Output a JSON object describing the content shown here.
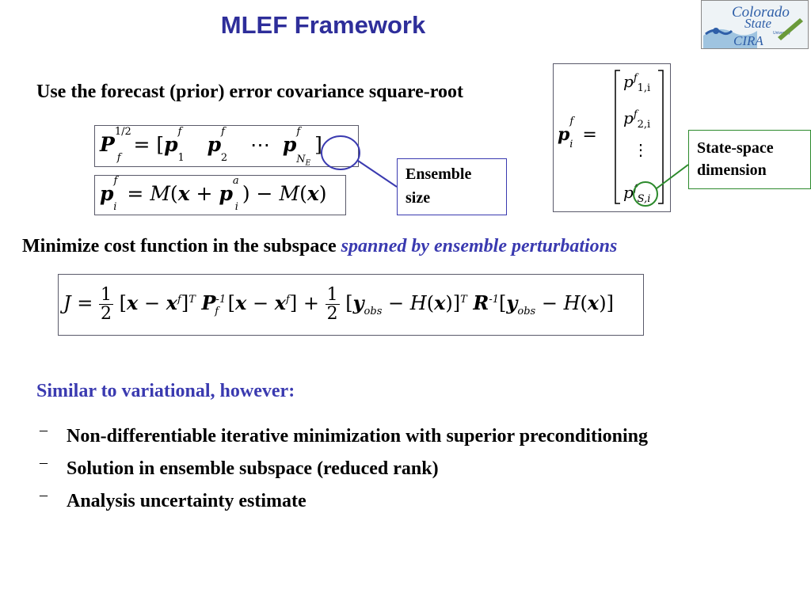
{
  "slide": {
    "title": "MLEF Framework",
    "logo": {
      "line1": "Colorado",
      "line2": "State",
      "line3": "University",
      "line4": "CIRA",
      "colors": {
        "blue": "#2f5fa8",
        "green": "#6a9a3a",
        "sky": "#9fc4e0"
      }
    },
    "intro_text": "Use the forecast (prior) error covariance square-root",
    "formulas": {
      "sqrt_cov": "P_f^{1/2} = [p_1^f  p_2^f  ⋯  p_{N_E}^f]",
      "perturbation": "p_i^f = M(x + p_i^a) − M(x)",
      "cost_function": "J = 1/2 [x − x^f]^T P_f^{-1} [x − x^f] + 1/2 [y_obs − H(x)]^T R^{-1} [y_obs − H(x)]"
    },
    "callouts": {
      "ensemble": {
        "line1": "Ensemble",
        "line2": "size"
      },
      "state_space": {
        "line1": "State-space",
        "line2": "dimension"
      }
    },
    "vector": {
      "lhs": "p_i^f =",
      "entries": [
        "p_{1,i}^f",
        "p_{2,i}^f",
        "⋮",
        "p_{S,i}^f"
      ]
    },
    "minimize": {
      "text": "Minimize cost function in the subspace",
      "highlight": "spanned by ensemble perturbations"
    },
    "similar_heading": "Similar to variational, however:",
    "bullets": [
      "Non-differentiable iterative minimization with superior preconditioning",
      "Solution in ensemble subspace (reduced rank)",
      "Analysis uncertainty estimate"
    ],
    "bullet_marker": "–",
    "colors": {
      "title": "#2e2e9a",
      "highlight": "#3a3ab0",
      "callout_green": "#2c8a2c"
    }
  }
}
